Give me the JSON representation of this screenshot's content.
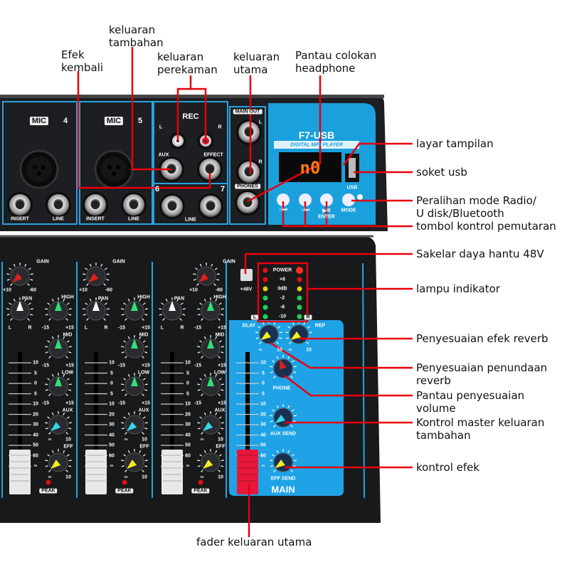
{
  "annotations": {
    "aux_out": [
      "keluaran",
      "tambahan"
    ],
    "effect_return": [
      "Efek",
      "kembali"
    ],
    "rec_out": [
      "keluaran",
      "perekaman"
    ],
    "main_out": [
      "keluaran",
      "utama"
    ],
    "headphone": [
      "Pantau colokan",
      "headphone"
    ],
    "display": "layar tampilan",
    "usb": "soket usb",
    "mode": [
      "Peralihan mode Radio/",
      "U disk/Bluetooth"
    ],
    "playback": "tombol kontrol pemutaran",
    "phantom": "Sakelar daya hantu 48V",
    "indicator": "lampu indikator",
    "reverb": "Penyesuaian efek reverb",
    "delay": [
      "Penyesuaian penundaan",
      "reverb"
    ],
    "phone_vol": [
      "Pantau penyesuaian",
      "volume"
    ],
    "aux_master": [
      "Kontrol master keluaran",
      "tambahan"
    ],
    "effect": "kontrol efek",
    "main_fader": "fader keluaran utama"
  },
  "rear_panel": {
    "mic_label": "MIC",
    "channels": [
      "4",
      "5"
    ],
    "insert": "INSERT",
    "line": "LINE",
    "rec": "REC",
    "left": "L",
    "right": "R",
    "aux": "AUX",
    "effect": "EFFECT",
    "ch6": "6",
    "ch7": "7",
    "main_out": "MAIN OUT",
    "phones": "PHONES"
  },
  "mp3_player": {
    "model": "F7-USB",
    "subtitle": "DIGITAL MP3 PLAYER",
    "display_value": "n0",
    "usb": "USB",
    "buttons": [
      "↑/⏮",
      "↓/⏭",
      "▶/II",
      "MODE"
    ],
    "enter": "ENTER",
    "accent": "#1aa0dc"
  },
  "strip": {
    "gain": "GAIN",
    "gain_min": "+10",
    "gain_max": "-60",
    "pan": "PAN",
    "pan_l": "L",
    "pan_r": "R",
    "high": "HIGH",
    "mid": "MID",
    "low": "LOW",
    "eq_min": "-15",
    "eq_max": "+15",
    "aux": "AUX",
    "eff": "EFF",
    "inf": "∞",
    "ten": "10",
    "peak": "PEAK",
    "fader_scale": [
      "10",
      "5",
      "0",
      "5",
      "10",
      "20",
      "30",
      "40",
      "50",
      "60",
      "∞"
    ]
  },
  "master": {
    "phantom": "+48V",
    "meter": [
      "POWER",
      "+6",
      "0dB",
      "-2",
      "-6",
      "-10"
    ],
    "meter_l": "L",
    "meter_r": "R",
    "dlay": "DLAY",
    "rep": "REP",
    "phone": "PHONE",
    "aux_send": "AUX SEND",
    "eff_send": "EFF SEND",
    "main": "MAIN",
    "inf": "∞",
    "ten": "10",
    "panel_color": "#1fa3e6"
  },
  "colors": {
    "callout": "#e8000b",
    "gain": "#e0201c",
    "eq": "#2ee07a",
    "aux": "#36d8ea",
    "eff": "#f2ee22",
    "pan": "#ffffff"
  }
}
